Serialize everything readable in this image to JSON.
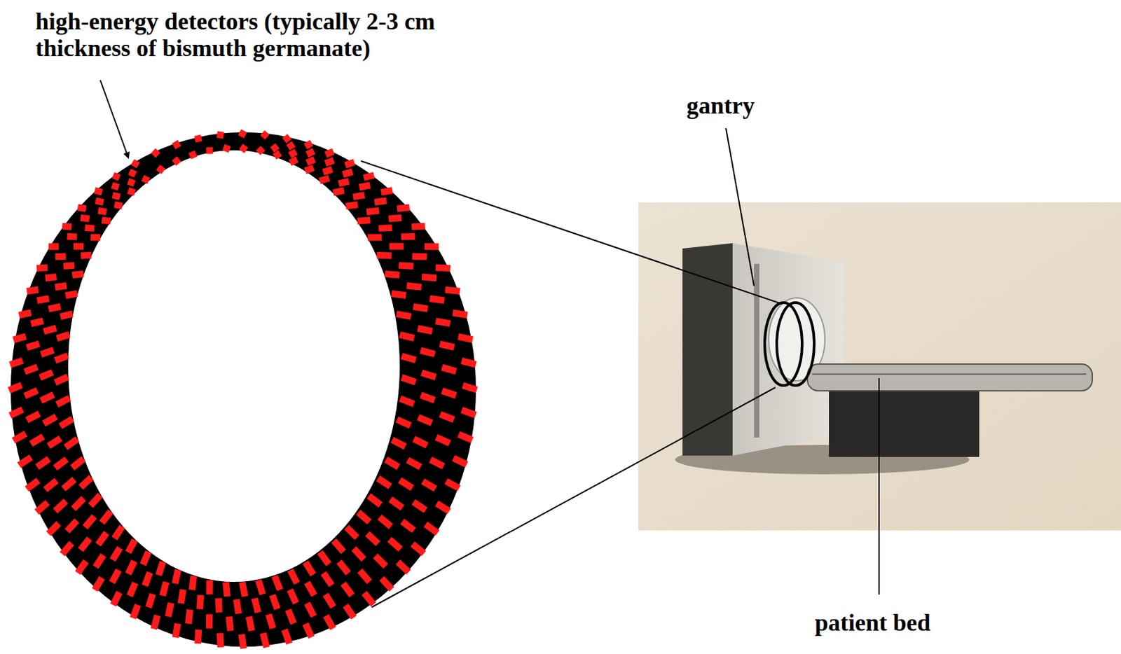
{
  "diagram": {
    "labels": [
      "high-energy detectors (typically 2-3 cm thickness of bismuth germanate)",
      "gantry",
      "patient bed"
    ]
  }
}
